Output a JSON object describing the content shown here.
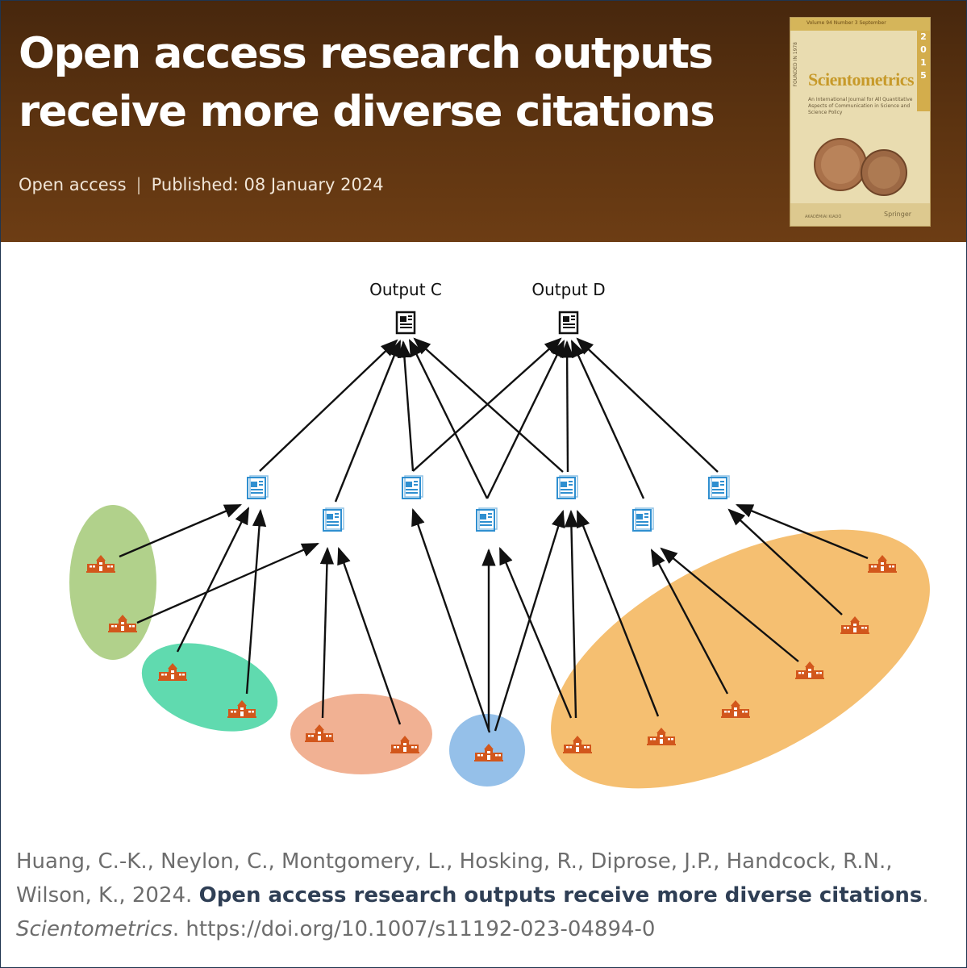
{
  "header": {
    "title_line1": "Open access research outputs",
    "title_line2": "receive more diverse citations",
    "access": "Open access",
    "separator": "|",
    "published": "Published: 08 January 2024"
  },
  "journal_cover": {
    "name": "Scientometrics",
    "volume_line": "Volume 94  Number 3  September",
    "year": "2015",
    "founded": "FOUNDED IN 1978",
    "subtitle": "An International Journal for All Quantitative Aspects of Communication in Science and Science Policy",
    "footer_left": "AKADÉMIAI KIADÓ",
    "footer_right": "Springer"
  },
  "diagram": {
    "output_labels": [
      "Output C",
      "Output D"
    ],
    "group_colors": {
      "green": "#a8cc7e",
      "teal": "#4fd6a6",
      "salmon": "#f0a987",
      "blue": "#8fbde8",
      "orange": "#f4b862"
    },
    "icon_colors": {
      "document": "#2f8fd0",
      "output": "#111111",
      "institution": "#d2571c"
    }
  },
  "citation": {
    "authors": "Huang, C.-K., Neylon, C., Montgomery, L., Hosking, R., Diprose, J.P., Handcock, R.N., Wilson, K., 2024.",
    "title": "Open access research outputs receive more diverse citations",
    "period": ".",
    "journal": "Scientometrics",
    "doi": ". https://doi.org/10.1007/s11192-023-04894-0"
  }
}
